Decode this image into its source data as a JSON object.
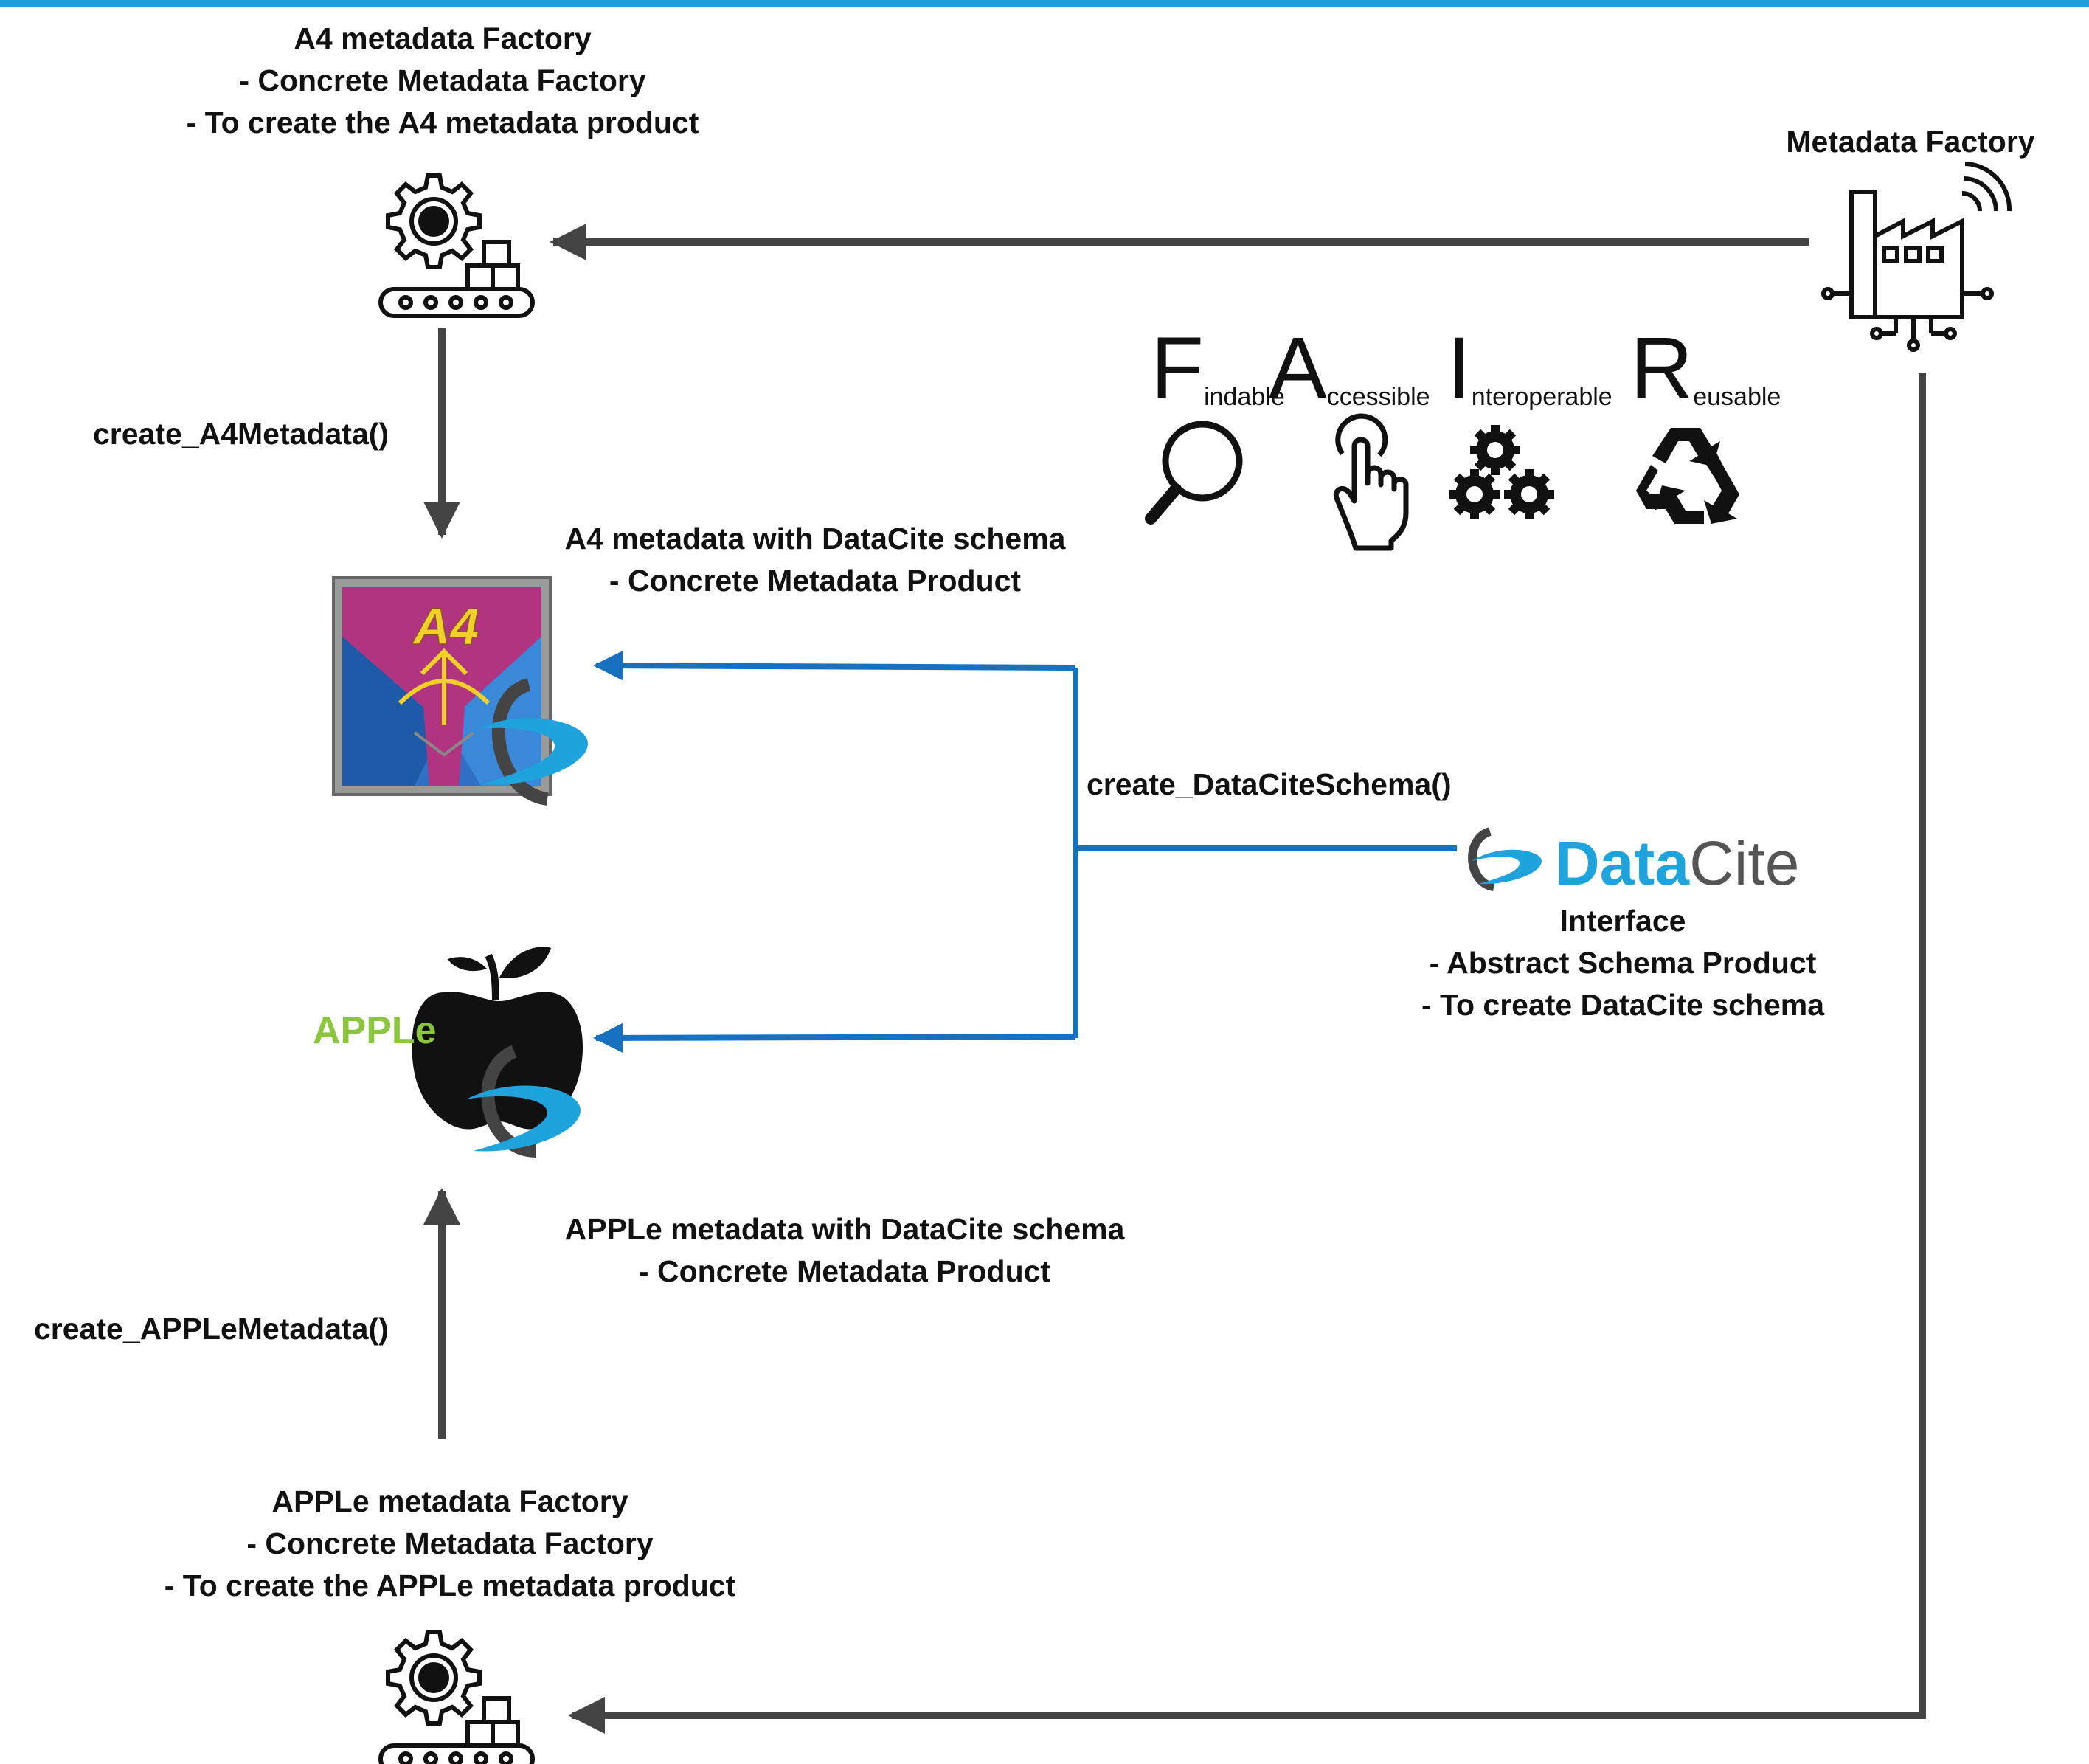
{
  "colors": {
    "top_bar": "#1aa0e0",
    "gray_arrow": "#444444",
    "blue_arrow": "#1770c0",
    "datacite_blue": "#1ea3dc",
    "datacite_gray": "#555555",
    "apple_green": "#8cc63f",
    "a4_magenta": "#b0347f",
    "a4_blue": "#3a78c8",
    "a4_yellow": "#f2d02b"
  },
  "nodes": {
    "a4_factory": {
      "icon": "factory-conveyor-gear-icon",
      "lines": [
        "A4 metadata Factory",
        "- Concrete Metadata Factory",
        "- To create the A4 metadata product"
      ]
    },
    "metadata_factory": {
      "icon": "smart-factory-icon",
      "lines": [
        "Metadata Factory"
      ]
    },
    "a4_product": {
      "icon": "a4-logo-icon",
      "logo_text": "A4",
      "lines": [
        "A4 metadata with DataCite schema",
        "- Concrete Metadata Product"
      ]
    },
    "apple_product": {
      "icon": "apple-logo-icon",
      "logo_text": "APPLe",
      "lines": [
        "APPLe metadata with DataCite schema",
        "- Concrete Metadata Product"
      ]
    },
    "datacite_interface": {
      "icon": "datacite-logo-icon",
      "logo_data": "Data",
      "logo_cite": "Cite",
      "lines": [
        "Interface",
        "- Abstract Schema Product",
        "- To create DataCite schema"
      ]
    },
    "apple_factory": {
      "icon": "factory-conveyor-gear-icon",
      "lines": [
        "APPLe metadata Factory",
        "- Concrete Metadata Factory",
        "- To create the APPLe metadata product"
      ]
    }
  },
  "edges": {
    "create_a4": "create_A4Metadata()",
    "create_apple": "create_APPLeMetadata()",
    "create_datacite": "create_DataCiteSchema()"
  },
  "fair": [
    {
      "letter": "F",
      "rest": "indable",
      "icon": "magnifier-icon"
    },
    {
      "letter": "A",
      "rest": "ccessible",
      "icon": "pointing-hand-icon"
    },
    {
      "letter": "I",
      "rest": "nteroperable",
      "icon": "gears-icon"
    },
    {
      "letter": "R",
      "rest": "eusable",
      "icon": "recycle-icon"
    }
  ]
}
